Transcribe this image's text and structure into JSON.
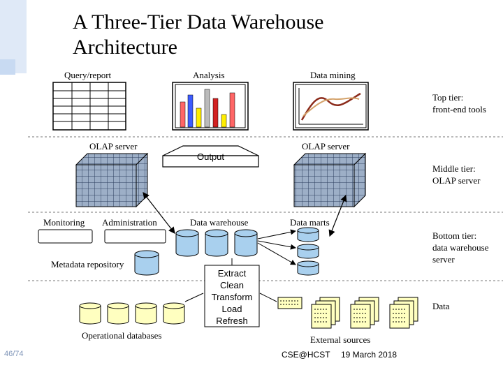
{
  "title": {
    "line1": "A Three-Tier Data Warehouse",
    "line2": "Architecture"
  },
  "top": {
    "query_report": "Query/report",
    "analysis": "Analysis",
    "data_mining": "Data mining"
  },
  "tiers": {
    "top_1": "Top tier:",
    "top_2": "front-end tools",
    "middle_1": "Middle tier:",
    "middle_2": "OLAP server",
    "bottom_1": "Bottom tier:",
    "bottom_2": "data warehouse",
    "bottom_3": "server",
    "data": "Data"
  },
  "middle": {
    "olap_left": "OLAP server",
    "olap_right": "OLAP server",
    "output": "Output"
  },
  "bottom": {
    "monitoring": "Monitoring",
    "administration": "Administration",
    "data_warehouse": "Data warehouse",
    "data_marts": "Data marts",
    "metadata_repository": "Metadata repository"
  },
  "etl": [
    "Extract",
    "Clean",
    "Transform",
    "Load",
    "Refresh"
  ],
  "data_layer": {
    "operational_databases": "Operational databases",
    "external_sources": "External sources"
  },
  "footer": {
    "page": "46/74",
    "org": "CSE@HCST",
    "date": "19 March 2018"
  },
  "colors": {
    "cube": "#9dafc7",
    "cylinder": "#a9d0ee",
    "cylinder_yellow": "#ffffc0",
    "accent": "#dfe9f7"
  }
}
